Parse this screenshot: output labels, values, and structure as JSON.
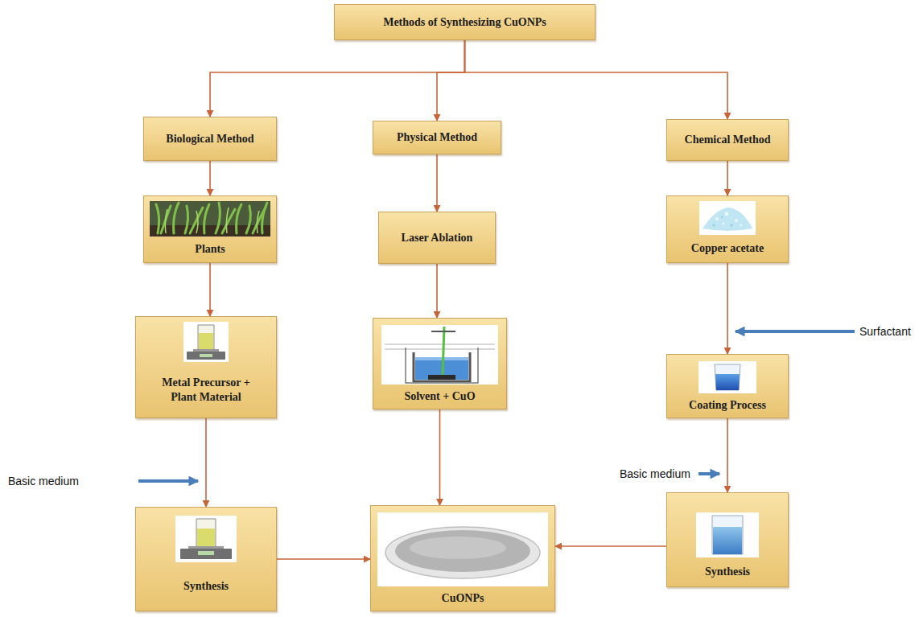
{
  "diagram": {
    "nodes": [
      {
        "text": [
          "Methods of Synthesizing CuONPs"
        ]
      },
      {
        "text": [
          "Biological Method"
        ]
      },
      {
        "text": [
          "Physical Method"
        ]
      },
      {
        "text": [
          "Chemical Method"
        ]
      },
      {
        "text": [
          "Plants"
        ]
      },
      {
        "text": [
          "Laser Ablation"
        ]
      },
      {
        "text": [
          "Copper acetate"
        ]
      },
      {
        "text": [
          "Metal Precursor + Plant Material"
        ]
      },
      {
        "text": [
          "Solvent + CuO"
        ]
      },
      {
        "text": [
          "Coating Process"
        ]
      },
      {
        "text": [
          "Synthesis"
        ]
      },
      {
        "text": [
          "CuONPs"
        ]
      },
      {
        "text": [
          "Synthesis"
        ]
      }
    ],
    "edges": [
      {
        "from": 0,
        "to": 1,
        "arrow": "to"
      },
      {
        "from": 0,
        "to": 2,
        "arrow": "to"
      },
      {
        "from": 0,
        "to": 3,
        "arrow": "to"
      },
      {
        "from": 1,
        "to": 4,
        "arrow": "to"
      },
      {
        "from": 2,
        "to": 5,
        "arrow": "to"
      },
      {
        "from": 3,
        "to": 6,
        "arrow": "to"
      },
      {
        "from": 4,
        "to": 7,
        "arrow": "to"
      },
      {
        "from": 5,
        "to": 8,
        "arrow": "to"
      },
      {
        "from": 6,
        "to": 9,
        "arrow": "to"
      },
      {
        "from": 7,
        "to": 10,
        "arrow": "to"
      },
      {
        "from": 8,
        "to": 11,
        "arrow": "to"
      },
      {
        "from": 9,
        "to": 12,
        "arrow": "to"
      },
      {
        "from": 10,
        "to": 11,
        "arrow": "to"
      },
      {
        "from": 12,
        "to": 11,
        "arrow": "to"
      }
    ],
    "labels": [
      "Surfactant",
      "Basic medium",
      "Basic medium"
    ]
  }
}
